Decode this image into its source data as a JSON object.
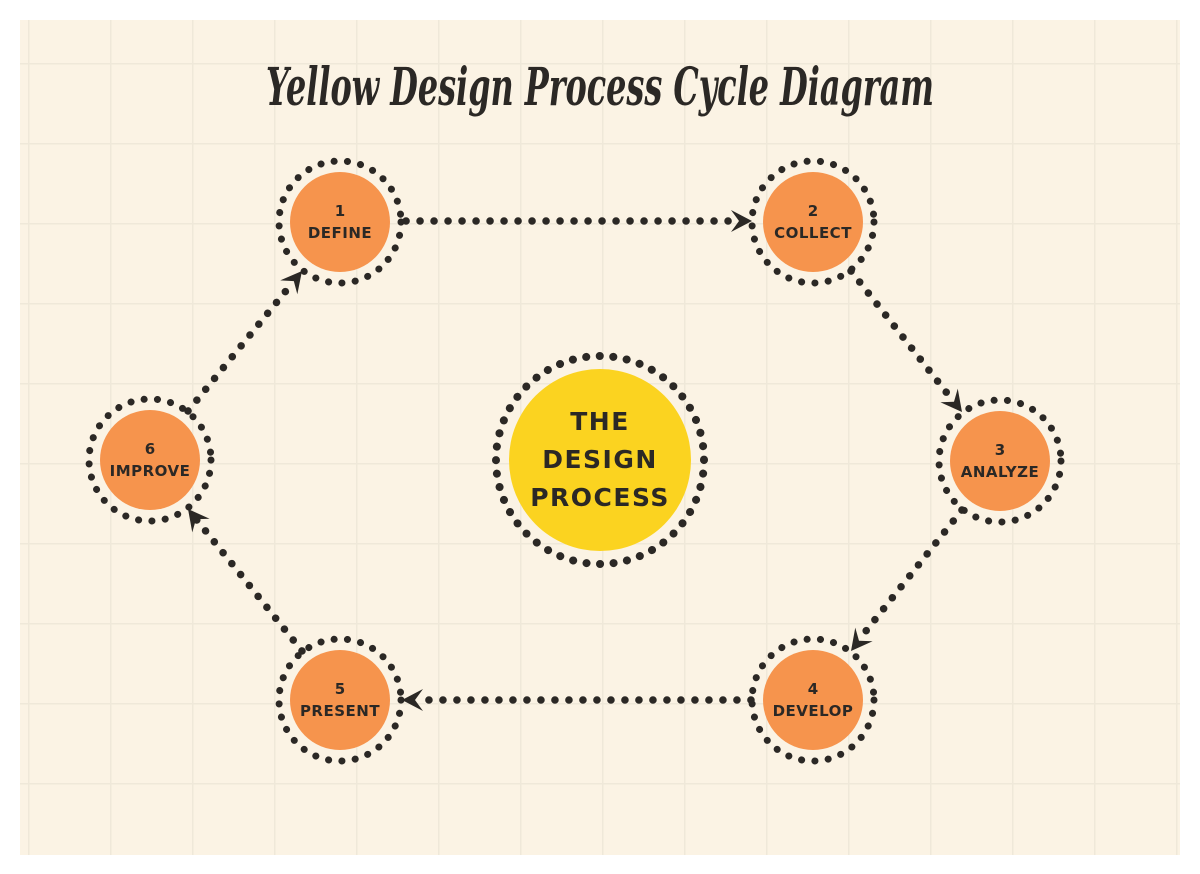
{
  "title": "Yellow Design Process Cycle Diagram",
  "center": {
    "line1": "THE",
    "line2": "DESIGN",
    "line3": "PROCESS"
  },
  "nodes": [
    {
      "number": "1",
      "label": "Define"
    },
    {
      "number": "2",
      "label": "Collect"
    },
    {
      "number": "3",
      "label": "Analyze"
    },
    {
      "number": "4",
      "label": "Develop"
    },
    {
      "number": "5",
      "label": "Present"
    },
    {
      "number": "6",
      "label": "Improve"
    }
  ],
  "flow": [
    "1 Define",
    "2 Collect",
    "3 Analyze",
    "4 Develop",
    "5 Present",
    "6 Improve"
  ],
  "colors": {
    "page_margin": "#FFFFFF",
    "canvas_background": "#FBF3E4",
    "grid_line": "#EFE8D9",
    "node_fill": "#F6944D",
    "center_fill": "#FBD320",
    "ink": "#2B2825"
  }
}
